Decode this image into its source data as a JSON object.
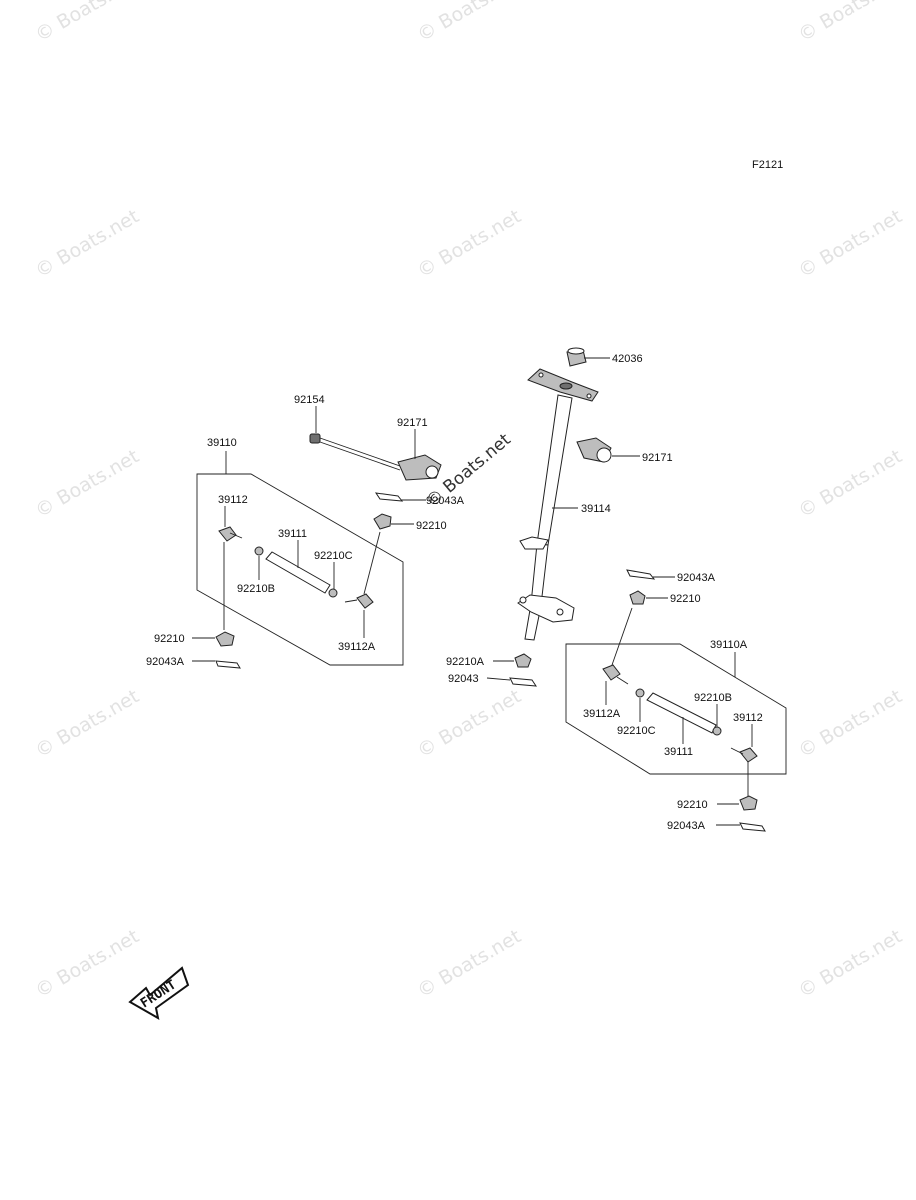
{
  "figure_code": "F2121",
  "watermark": "© Boats.net",
  "front_label": "FRONT",
  "labels": {
    "p42036": "42036",
    "p92154": "92154",
    "p92171_left": "92171",
    "p92171_right": "92171",
    "p39110": "39110",
    "p39110A": "39110A",
    "p92043A_upper_left": "92043A",
    "p39112_left": "39112",
    "p92210_center_left": "92210",
    "p39114": "39114",
    "p39111_left": "39111",
    "p92210C_left": "92210C",
    "p92210B_left": "92210B",
    "p92210_lower_left": "92210",
    "p39112A_left": "39112A",
    "p92043A_lower_left": "92043A",
    "p92043A_right_upper": "92043A",
    "p92210_right_upper": "92210",
    "p92210A": "92210A",
    "p92043": "92043",
    "p92210B_right": "92210B",
    "p39112_right": "39112",
    "p39112A_right": "39112A",
    "p92210C_right": "92210C",
    "p39111_right": "39111",
    "p92210_lower_right": "92210",
    "p92043A_lower_right": "92043A"
  }
}
